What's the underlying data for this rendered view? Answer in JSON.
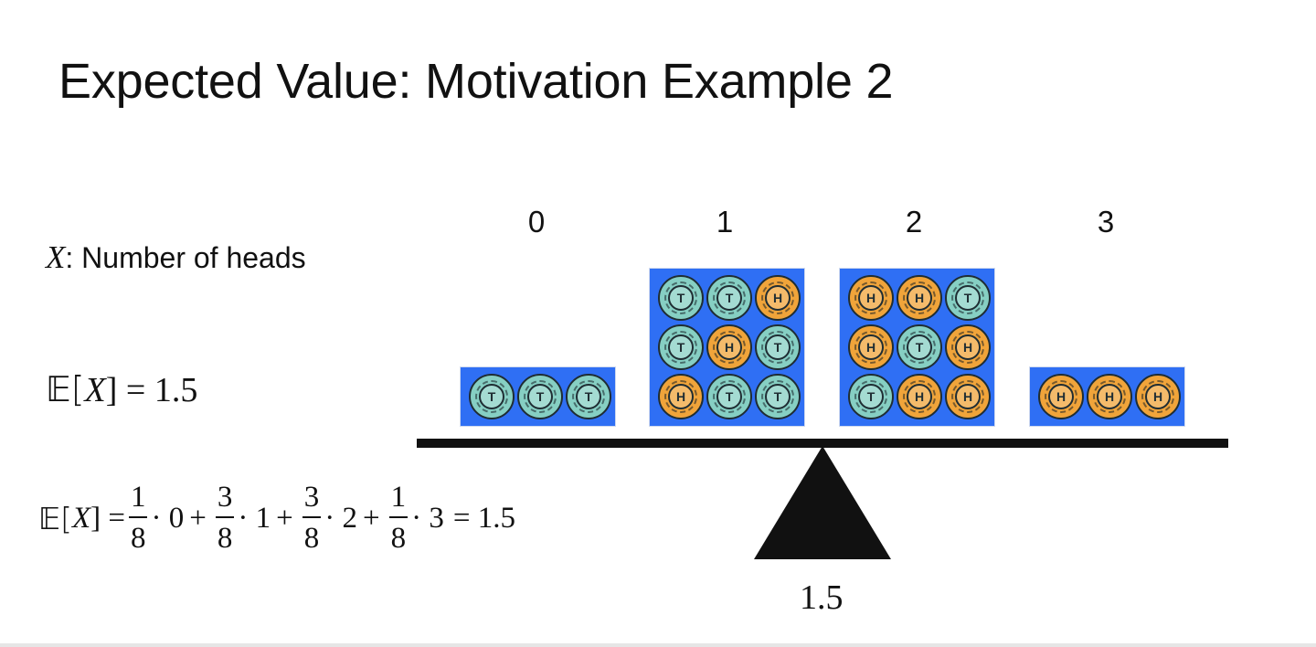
{
  "slide": {
    "title": "Expected Value: Motivation Example 2"
  },
  "random_variable": {
    "symbol": "X",
    "description": ": Number of heads"
  },
  "expectation": {
    "lhs": "𝔼[",
    "var": "X",
    "rhs": "] = 1.5"
  },
  "formula": {
    "lhs_open": "𝔼[",
    "lhs_var": "X",
    "lhs_close": "] =",
    "terms": [
      {
        "num": "1",
        "den": "8",
        "value": "· 0"
      },
      {
        "num": "3",
        "den": "8",
        "value": "· 1"
      },
      {
        "num": "3",
        "den": "8",
        "value": "· 2"
      },
      {
        "num": "1",
        "den": "8",
        "value": "· 3"
      }
    ],
    "plus": "+",
    "result": "= 1.5"
  },
  "categories": [
    {
      "label": "0",
      "outcomes": [
        [
          "T",
          "T",
          "T"
        ]
      ]
    },
    {
      "label": "1",
      "outcomes": [
        [
          "T",
          "T",
          "H"
        ],
        [
          "T",
          "H",
          "T"
        ],
        [
          "H",
          "T",
          "T"
        ]
      ]
    },
    {
      "label": "2",
      "outcomes": [
        [
          "H",
          "H",
          "T"
        ],
        [
          "H",
          "T",
          "H"
        ],
        [
          "T",
          "H",
          "H"
        ]
      ]
    },
    {
      "label": "3",
      "outcomes": [
        [
          "H",
          "H",
          "H"
        ]
      ]
    }
  ],
  "balance": {
    "fulcrum_value": "1.5"
  },
  "colors": {
    "box": "#2f6ff4",
    "tails_coin": "#86cfc3",
    "heads_coin": "#f0a43a",
    "beam": "#111111"
  },
  "icons": {
    "tails": "tails-coin-icon",
    "heads": "heads-coin-icon"
  }
}
